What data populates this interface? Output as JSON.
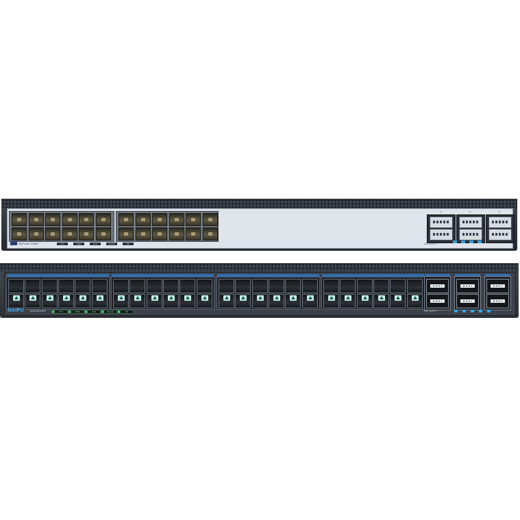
{
  "switch_top": {
    "model_label": "MyPower S5800",
    "led_labels": [
      "SYS",
      "PWR",
      "FAN",
      "SLAVE",
      "OK"
    ],
    "qsfp_labels": [
      "49",
      "50",
      "51"
    ],
    "qsfp_caption": "40G QSFP+",
    "sfp_port_count": 24,
    "accent_color": "#2f9fe0"
  },
  "switch_bottom": {
    "brand": "MAIPU",
    "model_label": "NSS3330-54XF",
    "led_labels": [
      "SYS",
      "PWR",
      "FAN",
      "SLAVE",
      "OK"
    ],
    "qsfp_caption": "40G QSFP+",
    "sfp_port_count": 48,
    "qsfp_port_count": 6,
    "accent_color": "#2f6fb0"
  }
}
